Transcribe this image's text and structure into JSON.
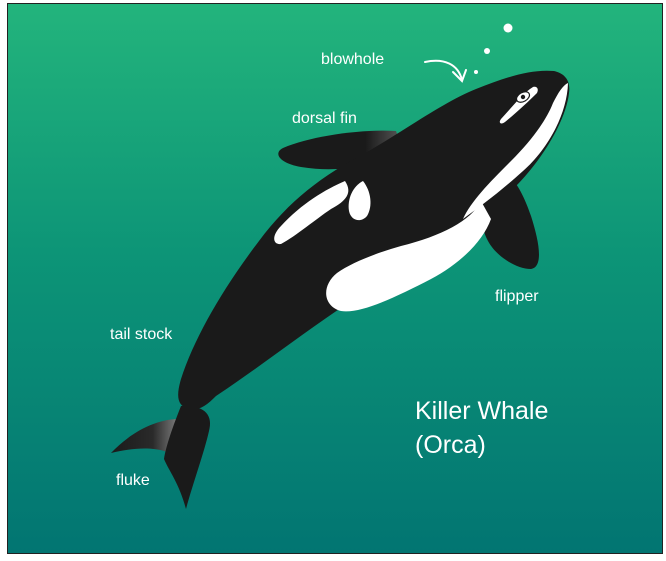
{
  "title": {
    "line1": "Killer Whale",
    "line2": "(Orca)"
  },
  "labels": {
    "blowhole": "blowhole",
    "dorsal_fin": "dorsal fin",
    "flipper": "flipper",
    "tail_stock": "tail stock",
    "fluke": "fluke"
  },
  "colors": {
    "water_top": "#23b47c",
    "water_bottom": "#027572",
    "orca_black": "#1a1a1a",
    "orca_white": "#ffffff"
  }
}
